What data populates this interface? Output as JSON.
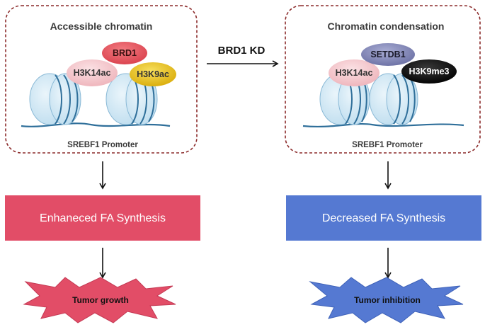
{
  "left_panel": {
    "title": "Accessible chromatin",
    "promoter_label": "SREBF1 Promoter",
    "marks": [
      "BRD1",
      "H3K14ac",
      "H3K9ac"
    ],
    "outcome_box": "Enhaneced  FA  Synthesis",
    "result": "Tumor growth"
  },
  "middle": {
    "transition_label": "BRD1 KD"
  },
  "right_panel": {
    "title": "Chromatin condensation",
    "promoter_label": "SREBF1 Promoter",
    "marks": [
      "SETDB1",
      "H3K14ac",
      "H3K9me3"
    ],
    "outcome_box": "Decreased FA Synthesis",
    "result": "Tumor inhibition"
  },
  "colors": {
    "panel_border": "#8b2a2a",
    "nucleosome_fill": "#cfe8f5",
    "nucleosome_stroke": "#2f6f9a",
    "brd1": "#e8505a",
    "h3k14ac": "#f4c3c8",
    "h3k9ac": "#e8c21c",
    "setdb1": "#7d82b5",
    "h3k9me3": "#0a0a0a",
    "enhanced_box": "#e24d67",
    "decreased_box": "#5579d2",
    "growth_burst": "#e24d67",
    "inhibition_burst": "#5579d2"
  }
}
